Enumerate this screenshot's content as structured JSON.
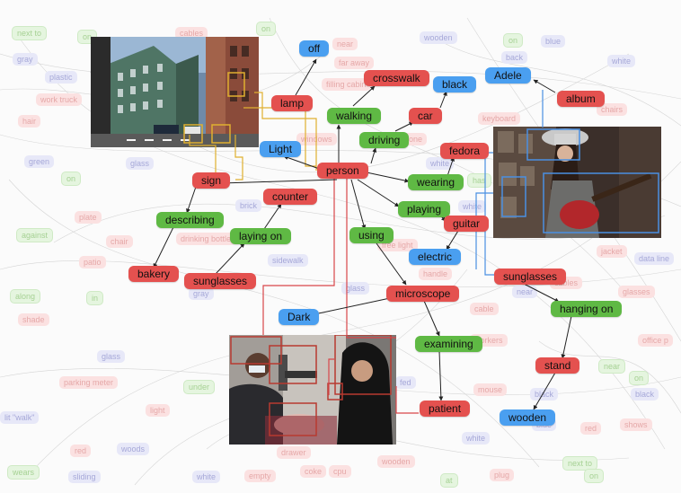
{
  "graph": {
    "nodes": {
      "off": "off",
      "lamp": "lamp",
      "crosswalk": "crosswalk",
      "black": "black",
      "adele": "Adele",
      "album": "album",
      "walking": "walking",
      "car": "car",
      "light": "Light",
      "driving": "driving",
      "fedora": "fedora",
      "person": "person",
      "sign": "sign",
      "wearing": "wearing",
      "counter": "counter",
      "describing": "describing",
      "playing": "playing",
      "guitar": "guitar",
      "laying_on": "laying on",
      "using": "using",
      "electric": "electric",
      "bakery": "bakery",
      "sunglasses_left": "sunglasses",
      "sunglasses_right": "sunglasses",
      "hanging_on": "hanging on",
      "microscope": "microscope",
      "dark": "Dark",
      "examining": "examining",
      "stand": "stand",
      "patient": "patient",
      "wooden": "wooden"
    },
    "background_labels": [
      "next to",
      "on",
      "cables",
      "on",
      "wooden",
      "on",
      "blue",
      "gray",
      "plastic",
      "blue",
      "near",
      "far away",
      "white",
      "filling cabin",
      "back",
      "work truck",
      "hair",
      "keyboard",
      "chairs",
      "windows",
      "phone",
      "green",
      "glass",
      "white",
      "on",
      "has",
      "brick",
      "plate",
      "white",
      "against",
      "chair",
      "drinking bottle",
      "free light",
      "patio",
      "jacket",
      "sidewalk",
      "handle",
      "data line",
      "along",
      "in",
      "gray",
      "glass",
      "near",
      "cables",
      "glasses",
      "shade",
      "cable",
      "workers",
      "office p",
      "glass",
      "parking meter",
      "under",
      "mouse",
      "near",
      "fed",
      "on",
      "light",
      "black",
      "black",
      "lit \"walk\"",
      "blue",
      "red",
      "shows",
      "white",
      "red",
      "woods",
      "wooden",
      "drawer",
      "next to",
      "wears",
      "sliding",
      "white",
      "empty",
      "coke",
      "cpu",
      "at",
      "plug",
      "on"
    ]
  }
}
